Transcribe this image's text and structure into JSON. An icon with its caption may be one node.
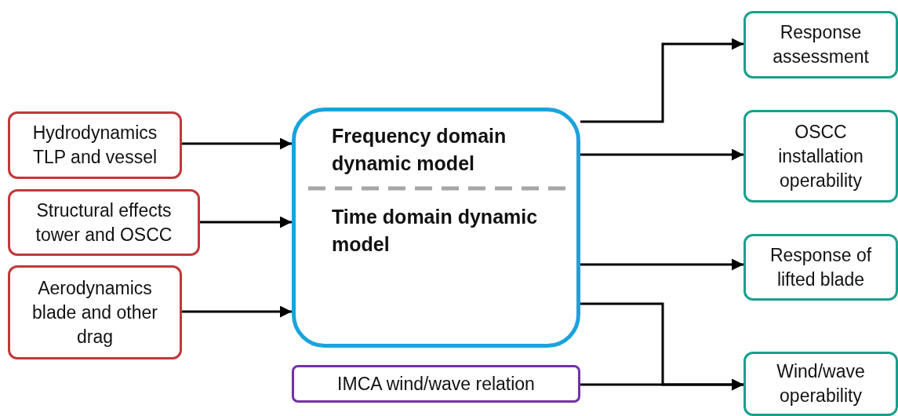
{
  "diagram": {
    "nodes": [
      {
        "text": [
          "Hydrodynamics TLP and vessel"
        ]
      },
      {
        "text": [
          "Structural effects tower and OSCC"
        ]
      },
      {
        "text": [
          "Aerodynamics blade and other drag"
        ]
      },
      {
        "text": [
          "Frequency domain dynamic model",
          "Time domain dynamic model"
        ]
      },
      {
        "text": [
          "IMCA wind/wave relation"
        ]
      },
      {
        "text": [
          "Response assessment"
        ]
      },
      {
        "text": [
          "OSCC installation operability"
        ]
      },
      {
        "text": [
          "Response of lifted blade"
        ]
      },
      {
        "text": [
          "Wind/wave operability"
        ]
      }
    ],
    "edges": [
      {
        "from": 0,
        "to": 3,
        "arrow": "to"
      },
      {
        "from": 1,
        "to": 3,
        "arrow": "to"
      },
      {
        "from": 2,
        "to": 3,
        "arrow": "to"
      },
      {
        "from": 3,
        "to": 5,
        "arrow": "to"
      },
      {
        "from": 3,
        "to": 6,
        "arrow": "to"
      },
      {
        "from": 3,
        "to": 7,
        "arrow": "to"
      },
      {
        "from": 3,
        "to": 8,
        "arrow": "to"
      },
      {
        "from": 4,
        "to": 8,
        "arrow": "to"
      }
    ]
  }
}
